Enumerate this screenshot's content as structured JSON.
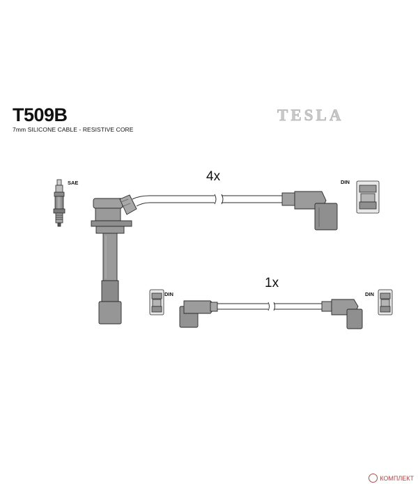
{
  "header": {
    "part_code": "T509B",
    "subtitle": "7mm SILICONE CABLE - RESISTIVE CORE",
    "brand": "TESLA"
  },
  "labels": {
    "sae": "SAE",
    "din_top": "DIN",
    "din_bottom_left": "DIN",
    "din_bottom_right": "DIN"
  },
  "quantities": {
    "top_cable": "4x",
    "bottom_cable": "1x"
  },
  "watermark": {
    "text": "КОМПЛЕКТ"
  },
  "colors": {
    "part_fill": "#9a9a9a",
    "part_dark": "#6e6e6e",
    "outline": "#2a2a2a",
    "brand_gray": "#c8c8c8"
  }
}
